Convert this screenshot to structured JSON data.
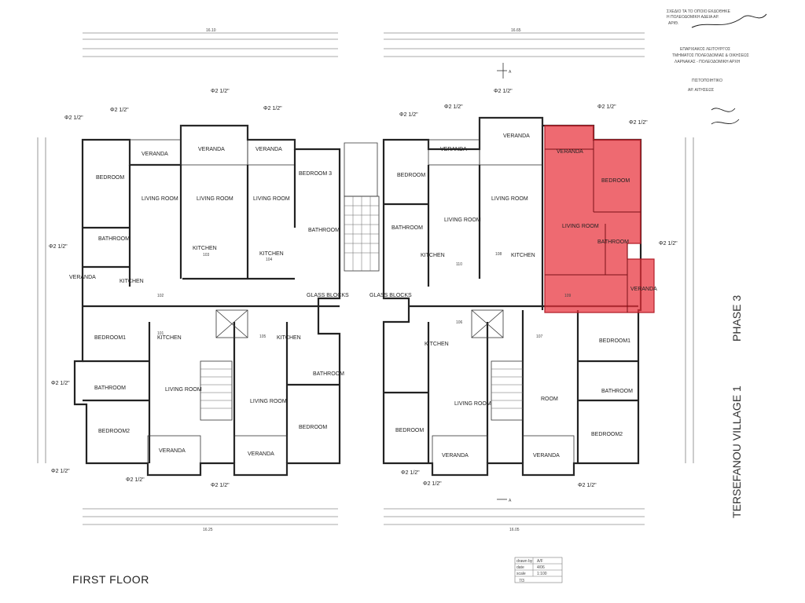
{
  "drawing": {
    "title": "FIRST FLOOR",
    "project": "TERSEFANOU VILLAGE 1",
    "phase": "PHASE 3",
    "highlight_color": "#e8303a",
    "section_marker": "A",
    "stamp": {
      "line1": "ΣΧΕΔΙΟ ΤΑ ΤΟ ΟΠΟΙΟ ΕΚΔΟΘΗΚΕ",
      "line2": "Η ΠΟΛΕΟΔΟΜΙΚΗ ΑΔΕΙΑ ΑΡ.",
      "line3": "ΑΡΙΘ.",
      "dept1": "ΕΠΑΡΧΙΑΚΟΣ ΛΕΙΤΟΥΡΓΟΣ",
      "dept2": "ΤΜΗΜΑΤΟΣ ΠΟΛΕΟΔΟΜΙΑΣ & ΟΙΚΗΣΕΩΣ",
      "dept3": "ΛΑΡΝΑΚΑΣ - ΠΟΛΕΟΔΟΜΙΚΗ ΑΡΧΗ",
      "ref1": "ΠΙΣΤΟΠΟΙΗΤΙΚΟ",
      "ref2": "ΑΡ. ΑΙΤΗΣΕΩΣ"
    },
    "revision": {
      "drawn_by_label": "drawn by",
      "drawn_by": "A/F",
      "date_label": "date",
      "date": "4/06",
      "scale_label": "scale",
      "scale": "1:100",
      "sheet": "7/3"
    },
    "rooms": {
      "bedroom": "BEDROOM",
      "bedroom1": "BEDROOM1",
      "bedroom2": "BEDROOM2",
      "bedroom3": "BEDROOM 3",
      "living_room": "LIVING ROOM",
      "kitchen": "KITCHEN",
      "bathroom": "BATHROOM",
      "veranda": "VERANDA",
      "glass_blocks": "GLASS BLOCKS",
      "room": "ROOM"
    },
    "apartments": [
      "103",
      "104",
      "101",
      "105",
      "110",
      "108",
      "106",
      "107",
      "109",
      "102"
    ],
    "pipe_label": "Φ2 1/2\"",
    "overall_dims": [
      "16.10",
      "16.65",
      "16.25",
      "16.05"
    ]
  }
}
